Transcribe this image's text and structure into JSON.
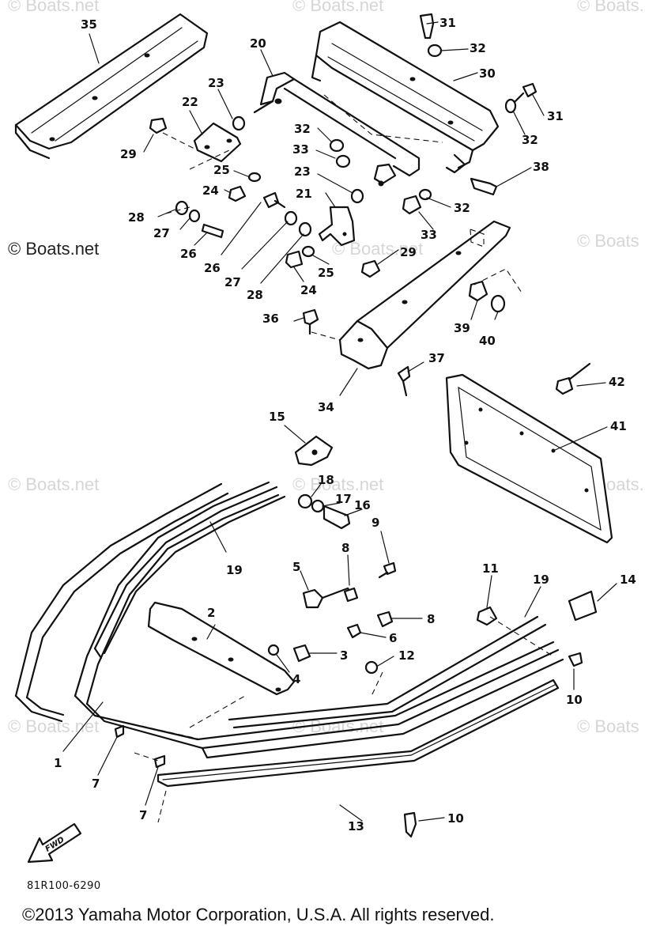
{
  "watermarks": {
    "top_left": "© Boats.net",
    "top_mid": "© Boats.net",
    "top_right": "© Boats.",
    "mid_left": "© Boats.net",
    "mid_center": "© Boats.net",
    "mid_right": "© Boats",
    "low_left": "© Boats.net",
    "low_center": "© Boats.net",
    "low_right": "© Boats.",
    "bottom_left": "© Boats.net",
    "bottom_center": "© Boats.net",
    "bottom_right": "© Boats"
  },
  "part_labels": [
    {
      "id": "1",
      "text": "1"
    },
    {
      "id": "2",
      "text": "2"
    },
    {
      "id": "3",
      "text": "3"
    },
    {
      "id": "4",
      "text": "4"
    },
    {
      "id": "5",
      "text": "5"
    },
    {
      "id": "6",
      "text": "6"
    },
    {
      "id": "7a",
      "text": "7"
    },
    {
      "id": "7b",
      "text": "7"
    },
    {
      "id": "8a",
      "text": "8"
    },
    {
      "id": "8b",
      "text": "8"
    },
    {
      "id": "9",
      "text": "9"
    },
    {
      "id": "10a",
      "text": "10"
    },
    {
      "id": "10b",
      "text": "10"
    },
    {
      "id": "11",
      "text": "11"
    },
    {
      "id": "12",
      "text": "12"
    },
    {
      "id": "13",
      "text": "13"
    },
    {
      "id": "14",
      "text": "14"
    },
    {
      "id": "15",
      "text": "15"
    },
    {
      "id": "16",
      "text": "16"
    },
    {
      "id": "17",
      "text": "17"
    },
    {
      "id": "18",
      "text": "18"
    },
    {
      "id": "19a",
      "text": "19"
    },
    {
      "id": "19b",
      "text": "19"
    },
    {
      "id": "20",
      "text": "20"
    },
    {
      "id": "21",
      "text": "21"
    },
    {
      "id": "22",
      "text": "22"
    },
    {
      "id": "23a",
      "text": "23"
    },
    {
      "id": "23b",
      "text": "23"
    },
    {
      "id": "24a",
      "text": "24"
    },
    {
      "id": "24b",
      "text": "24"
    },
    {
      "id": "25a",
      "text": "25"
    },
    {
      "id": "25b",
      "text": "25"
    },
    {
      "id": "26a",
      "text": "26"
    },
    {
      "id": "26b",
      "text": "26"
    },
    {
      "id": "27a",
      "text": "27"
    },
    {
      "id": "27b",
      "text": "27"
    },
    {
      "id": "28a",
      "text": "28"
    },
    {
      "id": "28b",
      "text": "28"
    },
    {
      "id": "29a",
      "text": "29"
    },
    {
      "id": "29b",
      "text": "29"
    },
    {
      "id": "30",
      "text": "30"
    },
    {
      "id": "31a",
      "text": "31"
    },
    {
      "id": "31b",
      "text": "31"
    },
    {
      "id": "32a",
      "text": "32"
    },
    {
      "id": "32b",
      "text": "32"
    },
    {
      "id": "32c",
      "text": "32"
    },
    {
      "id": "32d",
      "text": "32"
    },
    {
      "id": "33a",
      "text": "33"
    },
    {
      "id": "33b",
      "text": "33"
    },
    {
      "id": "34",
      "text": "34"
    },
    {
      "id": "35",
      "text": "35"
    },
    {
      "id": "36",
      "text": "36"
    },
    {
      "id": "37",
      "text": "37"
    },
    {
      "id": "38",
      "text": "38"
    },
    {
      "id": "39",
      "text": "39"
    },
    {
      "id": "40",
      "text": "40"
    },
    {
      "id": "41",
      "text": "41"
    },
    {
      "id": "42",
      "text": "42"
    }
  ],
  "fwd_label": "FWD",
  "diagram_code": "81R100-6290",
  "copyright": "©2013 Yamaha Motor Corporation, U.S.A. All rights reserved."
}
